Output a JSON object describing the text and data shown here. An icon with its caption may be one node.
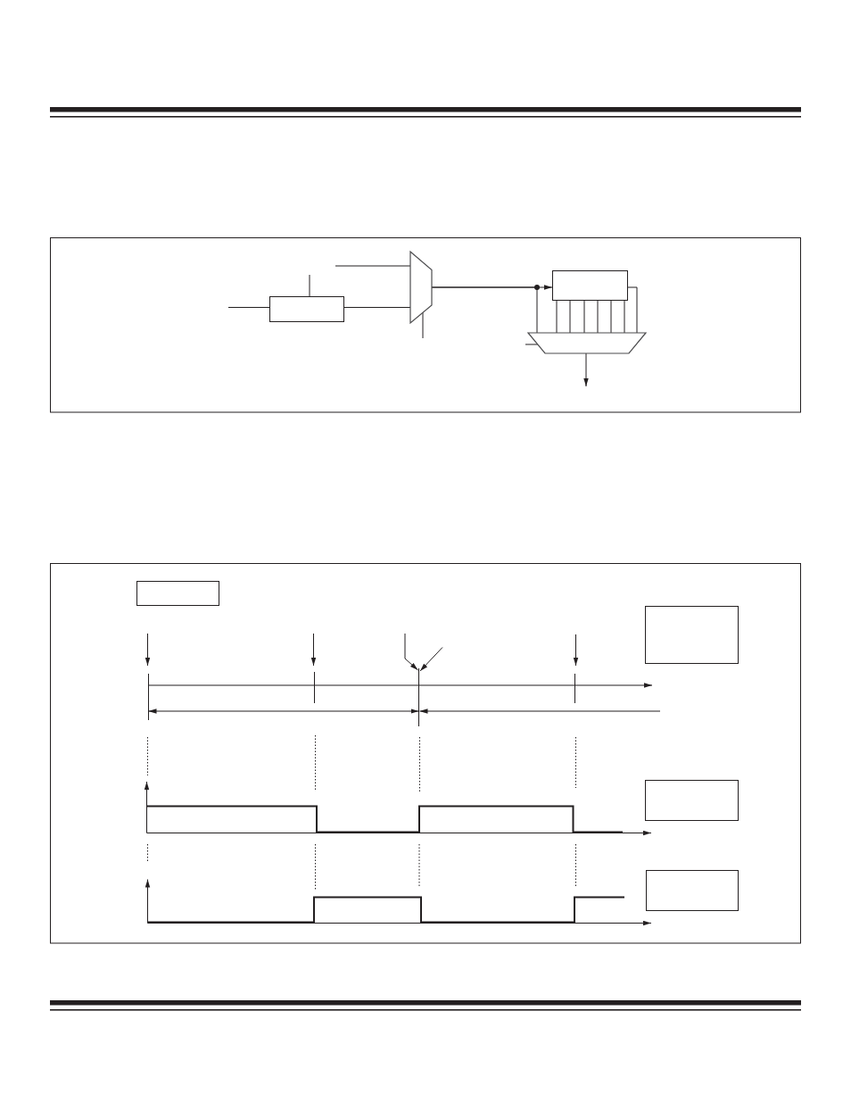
{
  "diagram": {
    "nodes": [
      {
        "text": [],
        "shape": "box"
      },
      {
        "text": [],
        "shape": "trapezoid"
      },
      {
        "text": [],
        "shape": "box"
      },
      {
        "text": [],
        "shape": "trapezoid"
      },
      {
        "text": [],
        "shape": "box"
      },
      {
        "text": [],
        "shape": "box"
      },
      {
        "text": [],
        "shape": "box"
      },
      {
        "text": [],
        "shape": "box"
      }
    ],
    "edges": [
      {
        "from": null,
        "to": 0,
        "arrow": "none"
      },
      {
        "from": null,
        "to": 0,
        "arrow": "none"
      },
      {
        "from": 0,
        "to": 1,
        "arrow": "none"
      },
      {
        "from": null,
        "to": 1,
        "arrow": "none"
      },
      {
        "from": null,
        "to": 1,
        "arrow": "none"
      },
      {
        "from": 1,
        "to": 2,
        "arrow": "to"
      },
      {
        "from": 1,
        "to": 3,
        "arrow": "none"
      },
      {
        "from": 2,
        "to": 3,
        "arrow": "none"
      },
      {
        "from": 2,
        "to": 3,
        "arrow": "none"
      },
      {
        "from": 2,
        "to": 3,
        "arrow": "none"
      },
      {
        "from": 2,
        "to": 3,
        "arrow": "none"
      },
      {
        "from": 2,
        "to": 3,
        "arrow": "none"
      },
      {
        "from": 2,
        "to": 3,
        "arrow": "none"
      },
      {
        "from": 2,
        "to": 3,
        "arrow": "none"
      },
      {
        "from": null,
        "to": 3,
        "arrow": "none"
      },
      {
        "from": 3,
        "to": null,
        "arrow": "to"
      }
    ]
  }
}
